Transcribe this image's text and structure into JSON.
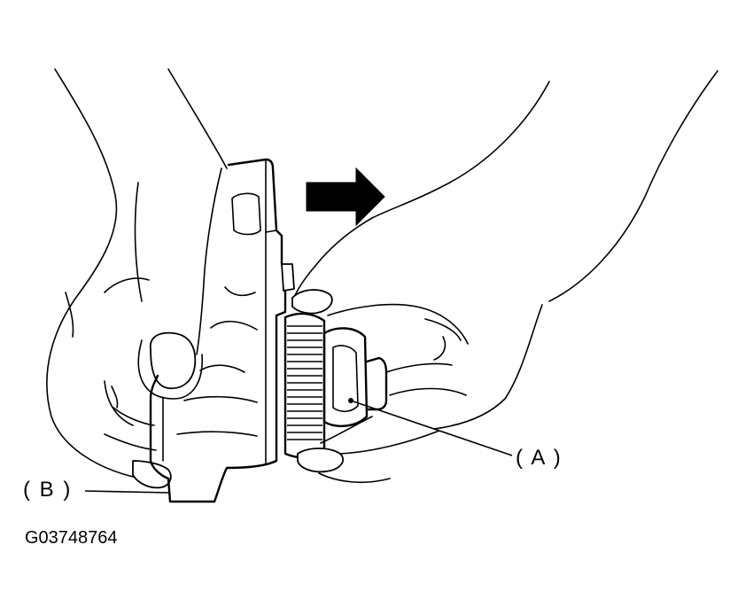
{
  "figure_id": "G03748764",
  "callouts": [
    {
      "key": "A",
      "text": "( A )"
    },
    {
      "key": "B",
      "text": "( B )"
    }
  ],
  "colors": {
    "ink": "#000000",
    "paper": "#ffffff"
  },
  "icons": {
    "direction": "right-arrow-icon"
  }
}
